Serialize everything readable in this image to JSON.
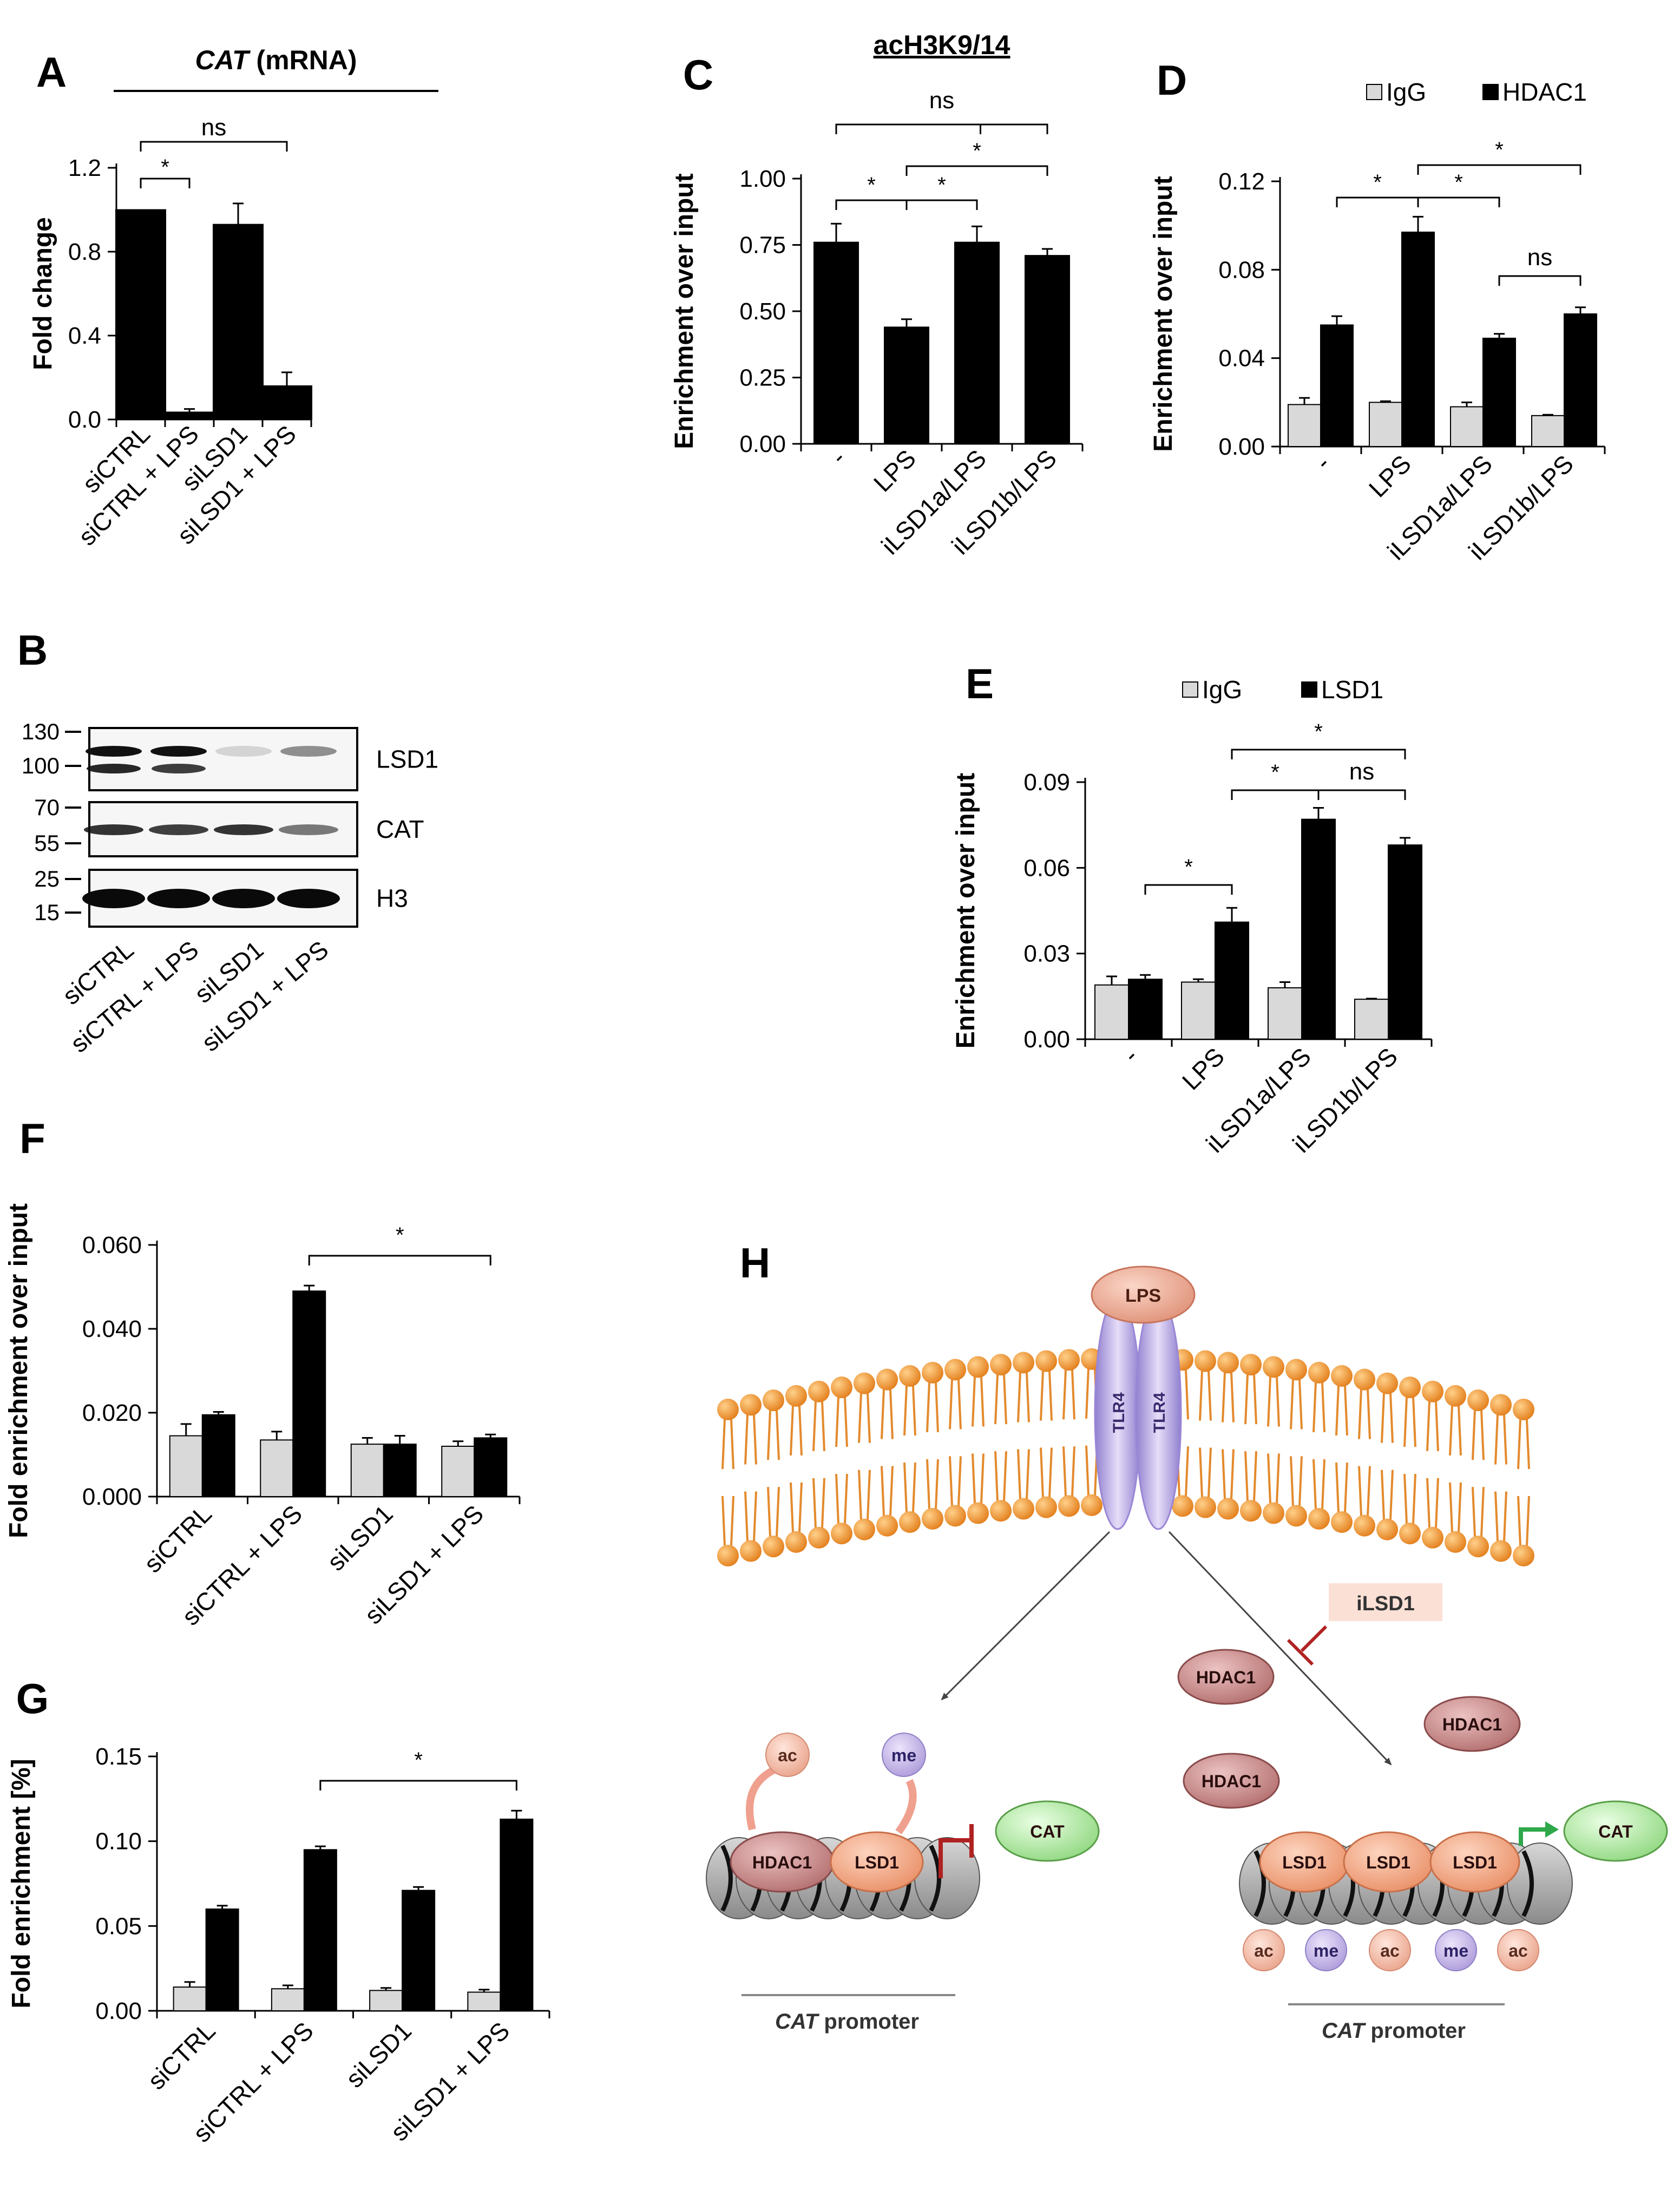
{
  "panels": [
    {
      "id": "A",
      "letter": "A",
      "title_italic": "CAT",
      "title_rest": " (mRNA)",
      "ylabel": "Fold change",
      "ticks": [
        "0.0",
        "0.4",
        "0.8",
        "1.2"
      ],
      "xlabels": [
        "siCTRL",
        "siCTRL + LPS",
        "siLSD1",
        "siLSD1 + LPS"
      ],
      "brackets": [
        {
          "label": "*"
        },
        {
          "label": "ns"
        }
      ]
    },
    {
      "id": "C",
      "letter": "C",
      "title": "acH3K9/14",
      "ylabel": "Enrichment over input",
      "ticks": [
        "0.00",
        "0.25",
        "0.50",
        "0.75",
        "1.00"
      ],
      "xlabels": [
        "-",
        "LPS",
        "iLSD1a/LPS",
        "iLSD1b/LPS"
      ],
      "brackets": [
        {
          "label": "*"
        },
        {
          "label": "*"
        },
        {
          "label": "*"
        },
        {
          "label": "ns"
        }
      ]
    },
    {
      "id": "D",
      "letter": "D",
      "ylabel": "Enrichment over input",
      "ticks": [
        "0.00",
        "0.04",
        "0.08",
        "0.12"
      ],
      "xlabels": [
        "-",
        "LPS",
        "iLSD1a/LPS",
        "iLSD1b/LPS"
      ],
      "legend": [
        "IgG",
        "HDAC1"
      ],
      "brackets": [
        {
          "label": "*"
        },
        {
          "label": "*"
        },
        {
          "label": "*"
        },
        {
          "label": "ns"
        }
      ]
    },
    {
      "id": "E",
      "letter": "E",
      "ylabel": "Enrichment over input",
      "ticks": [
        "0.00",
        "0.03",
        "0.06",
        "0.09"
      ],
      "xlabels": [
        "-",
        "LPS",
        "iLSD1a/LPS",
        "iLSD1b/LPS"
      ],
      "legend": [
        "IgG",
        "LSD1"
      ],
      "brackets": [
        {
          "label": "*"
        },
        {
          "label": "*"
        },
        {
          "label": "ns"
        },
        {
          "label": "*"
        }
      ]
    },
    {
      "id": "F",
      "letter": "F",
      "ylabel": "Fold enrichment over input",
      "ticks": [
        "0.000",
        "0.020",
        "0.040",
        "0.060"
      ],
      "xlabels": [
        "siCTRL",
        "siCTRL + LPS",
        "siLSD1",
        "siLSD1 + LPS"
      ],
      "brackets": [
        {
          "label": "*"
        }
      ]
    },
    {
      "id": "G",
      "letter": "G",
      "ylabel": "Fold enrichment [%]",
      "ticks": [
        "0.00",
        "0.05",
        "0.10",
        "0.15"
      ],
      "xlabels": [
        "siCTRL",
        "siCTRL + LPS",
        "siLSD1",
        "siLSD1 + LPS"
      ],
      "brackets": [
        {
          "label": "*"
        }
      ]
    }
  ],
  "chart_data": [
    {
      "panel": "A",
      "type": "bar",
      "title": "CAT (mRNA)",
      "ylabel": "Fold change",
      "ylim": [
        0,
        1.2
      ],
      "categories": [
        "siCTRL",
        "siCTRL + LPS",
        "siLSD1",
        "siLSD1 + LPS"
      ],
      "values": [
        1.0,
        0.035,
        0.93,
        0.16
      ],
      "errors": [
        0,
        0.015,
        0.1,
        0.065
      ],
      "color": "#000000"
    },
    {
      "panel": "C",
      "type": "bar",
      "title": "acH3K9/14",
      "ylabel": "Enrichment over input",
      "ylim": [
        0,
        1.0
      ],
      "categories": [
        "-",
        "LPS",
        "iLSD1a/LPS",
        "iLSD1b/LPS"
      ],
      "values": [
        0.76,
        0.44,
        0.76,
        0.71
      ],
      "errors": [
        0.07,
        0.03,
        0.06,
        0.025
      ],
      "color": "#000000"
    },
    {
      "panel": "D",
      "type": "bar",
      "ylabel": "Enrichment over input",
      "ylim": [
        0,
        0.12
      ],
      "categories": [
        "-",
        "LPS",
        "iLSD1a/LPS",
        "iLSD1b/LPS"
      ],
      "series": [
        {
          "name": "IgG",
          "values": [
            0.019,
            0.02,
            0.018,
            0.014
          ],
          "errors": [
            0.003,
            0.0005,
            0.002,
            0.0004
          ],
          "color": "#d9d9d9"
        },
        {
          "name": "HDAC1",
          "values": [
            0.055,
            0.097,
            0.049,
            0.06
          ],
          "errors": [
            0.004,
            0.007,
            0.002,
            0.003
          ],
          "color": "#000000"
        }
      ]
    },
    {
      "panel": "E",
      "type": "bar",
      "ylabel": "Enrichment over input",
      "ylim": [
        0,
        0.09
      ],
      "categories": [
        "-",
        "LPS",
        "iLSD1a/LPS",
        "iLSD1b/LPS"
      ],
      "series": [
        {
          "name": "IgG",
          "values": [
            0.019,
            0.02,
            0.018,
            0.014
          ],
          "errors": [
            0.003,
            0.001,
            0.002,
            0.0002
          ],
          "color": "#d9d9d9"
        },
        {
          "name": "LSD1",
          "values": [
            0.021,
            0.041,
            0.077,
            0.068
          ],
          "errors": [
            0.0015,
            0.005,
            0.004,
            0.0025
          ],
          "color": "#000000"
        }
      ]
    },
    {
      "panel": "F",
      "type": "bar",
      "ylabel": "Fold enrichment over input",
      "ylim": [
        0,
        0.06
      ],
      "categories": [
        "siCTRL",
        "siCTRL + LPS",
        "siLSD1",
        "siLSD1 + LPS"
      ],
      "series": [
        {
          "values": [
            0.0145,
            0.0135,
            0.0125,
            0.012
          ],
          "errors": [
            0.0028,
            0.002,
            0.0015,
            0.0012
          ],
          "color": "#d9d9d9"
        },
        {
          "values": [
            0.0195,
            0.049,
            0.0125,
            0.014
          ],
          "errors": [
            0.0007,
            0.0013,
            0.002,
            0.0008
          ],
          "color": "#000000"
        }
      ]
    },
    {
      "panel": "G",
      "type": "bar",
      "ylabel": "Fold enrichment [%]",
      "ylim": [
        0,
        0.15
      ],
      "categories": [
        "siCTRL",
        "siCTRL + LPS",
        "siLSD1",
        "siLSD1 + LPS"
      ],
      "series": [
        {
          "values": [
            0.014,
            0.013,
            0.012,
            0.011
          ],
          "errors": [
            0.003,
            0.002,
            0.0015,
            0.0015
          ],
          "color": "#d9d9d9"
        },
        {
          "values": [
            0.06,
            0.095,
            0.071,
            0.113
          ],
          "errors": [
            0.002,
            0.002,
            0.002,
            0.005
          ],
          "color": "#000000"
        }
      ]
    }
  ],
  "blot": {
    "letter": "B",
    "markers": [
      "130",
      "100",
      "70",
      "55",
      "25",
      "15"
    ],
    "rows": [
      "LSD1",
      "CAT",
      "H3"
    ],
    "lanes": [
      "siCTRL",
      "siCTRL + LPS",
      "siLSD1",
      "siLSD1 + LPS"
    ]
  },
  "diagram": {
    "letter": "H",
    "lps": "LPS",
    "tlr4": "TLR4",
    "ilsd1": "iLSD1",
    "hdac1": "HDAC1",
    "lsd1": "LSD1",
    "cat": "CAT",
    "ac": "ac",
    "me": "me",
    "promoter_italic": "CAT",
    "promoter_rest": " promoter",
    "colors": {
      "membrane": "#e38a2e",
      "lps": "#e9a38e",
      "tlr4": "#b3a1dc",
      "hdac1": "#c98a8a",
      "lsd1": "#f2a987",
      "cat": "#a7e89a",
      "inhibit": "#b02222",
      "activate": "#2ea84a"
    }
  }
}
